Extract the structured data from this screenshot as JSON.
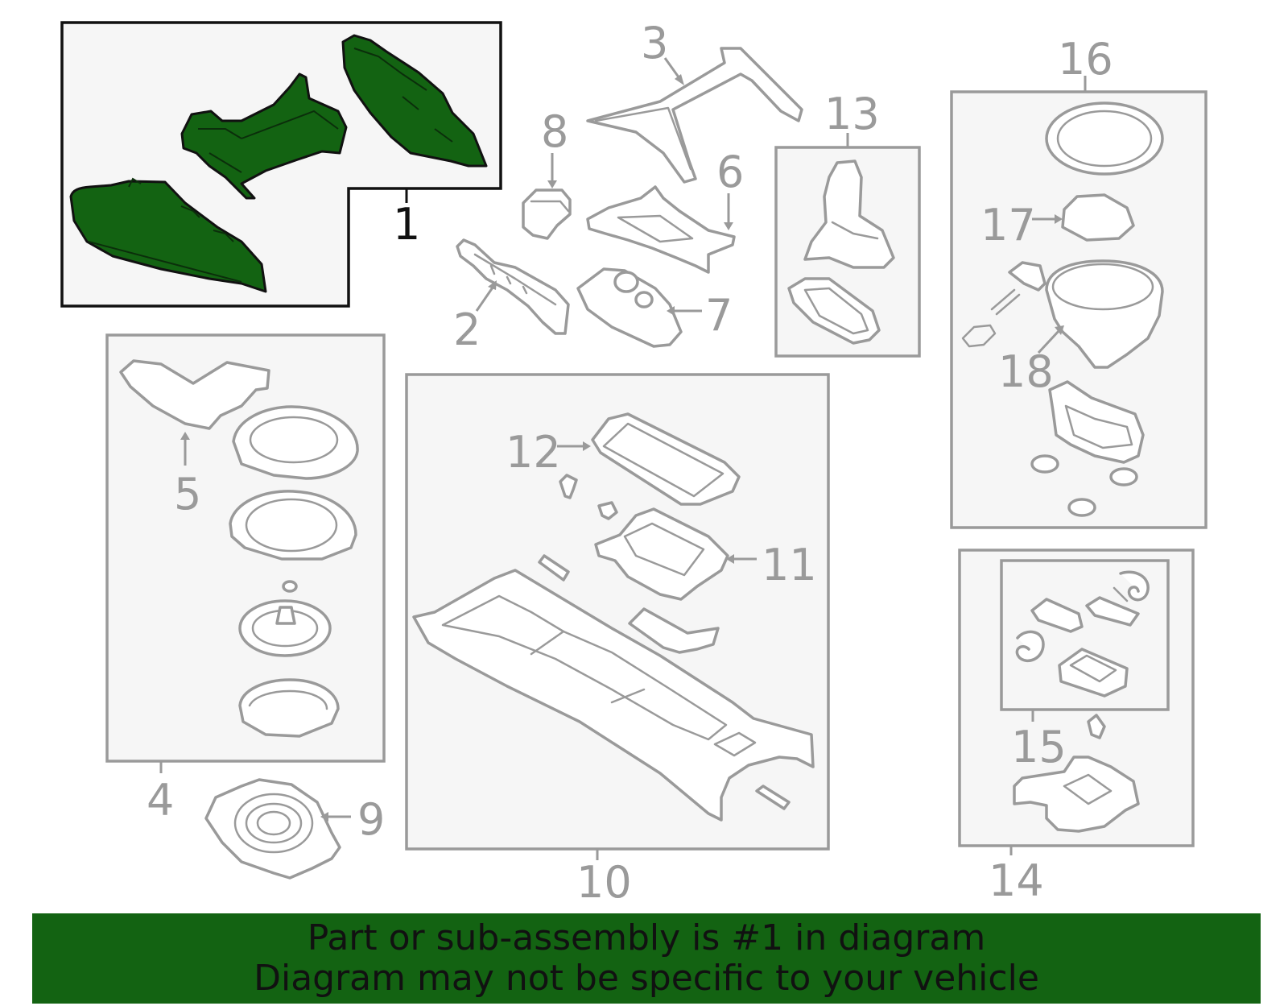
{
  "colors": {
    "highlight": "#136312",
    "banner_bg": "#136312",
    "part_stroke": "#9a9a9a",
    "frame_fill": "#f6f6f6",
    "text_dark": "#111111"
  },
  "callouts": {
    "c1": "1",
    "c2": "2",
    "c3": "3",
    "c4": "4",
    "c5": "5",
    "c6": "6",
    "c7": "7",
    "c8": "8",
    "c9": "9",
    "c10": "10",
    "c11": "11",
    "c12": "12",
    "c13": "13",
    "c14": "14",
    "c15": "15",
    "c16": "16",
    "c17": "17",
    "c18": "18"
  },
  "highlighted_part": "1",
  "banner": {
    "line1": "Part or sub-assembly is #1 in diagram",
    "line2": "Diagram may not be specific to your vehicle"
  }
}
